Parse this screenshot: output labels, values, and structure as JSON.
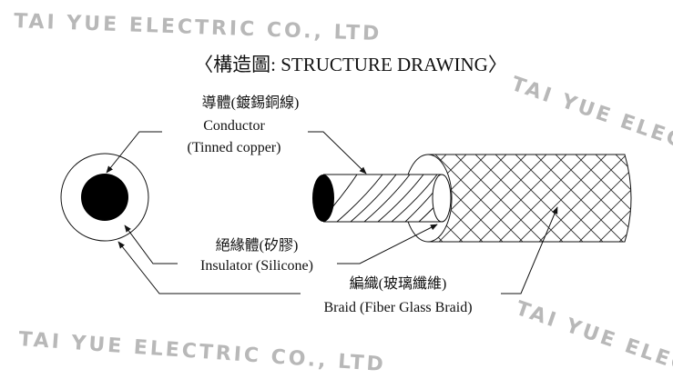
{
  "title": "〈構造圖: STRUCTURE DRAWING〉",
  "watermark": {
    "full": "TAI YUE ELECTRIC CO., LTD",
    "partial": "TAI YUE ELECT"
  },
  "labels": {
    "conductor_zh": "導體(鍍錫銅線)",
    "conductor_en": "Conductor",
    "conductor_material": "(Tinned copper)",
    "insulator_zh": "絕緣體(矽膠)",
    "insulator_en": "Insulator (Silicone)",
    "braid_zh": "編織(玻璃纖維)",
    "braid_en": "Braid (Fiber Glass Braid)"
  }
}
